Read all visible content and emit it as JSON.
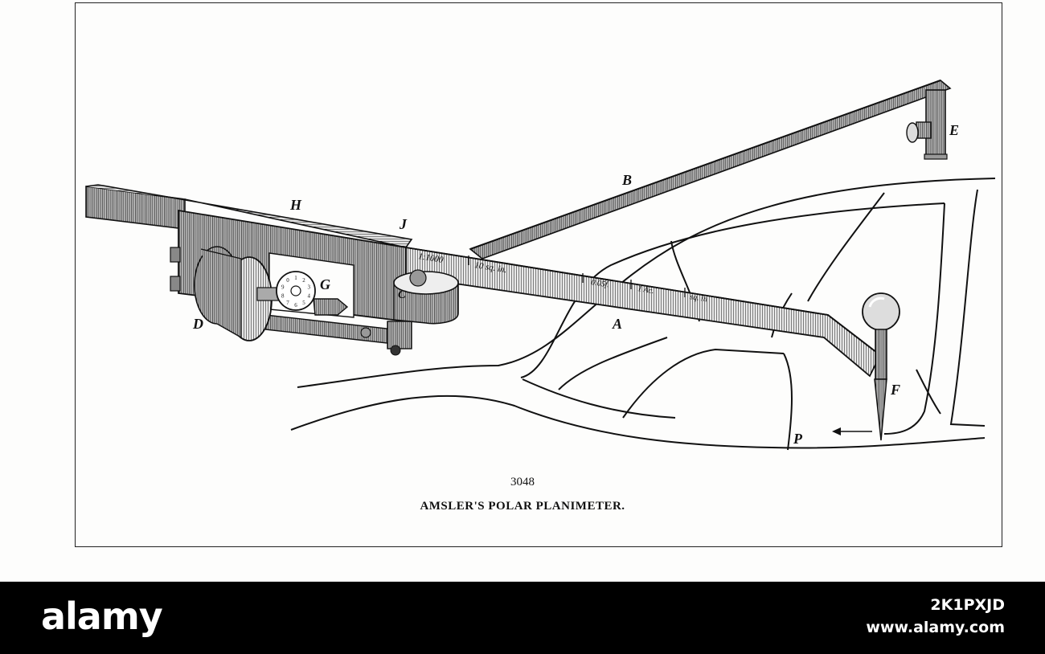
{
  "figure": {
    "number": "3048",
    "caption": "AMSLER'S POLAR PLANIMETER.",
    "labels": {
      "A": "A",
      "B": "B",
      "C": "C",
      "D": "D",
      "E": "E",
      "F": "F",
      "G": "G",
      "H": "H",
      "J": "J",
      "P": "P"
    },
    "scale_marks": [
      "1:1000",
      "10 sq. in.",
      "0.05f.",
      "1 Ac.",
      "sq. in"
    ],
    "wheel_digits": [
      "1",
      "2",
      "3",
      "4",
      "5",
      "6",
      "7",
      "8",
      "9",
      "0"
    ]
  },
  "watermark": {
    "brand": "alamy",
    "image_id": "2K1PXJD",
    "site": "www.alamy.com"
  },
  "colors": {
    "ink": "#111111",
    "paper": "#fdfdfc",
    "banner": "#000000"
  }
}
